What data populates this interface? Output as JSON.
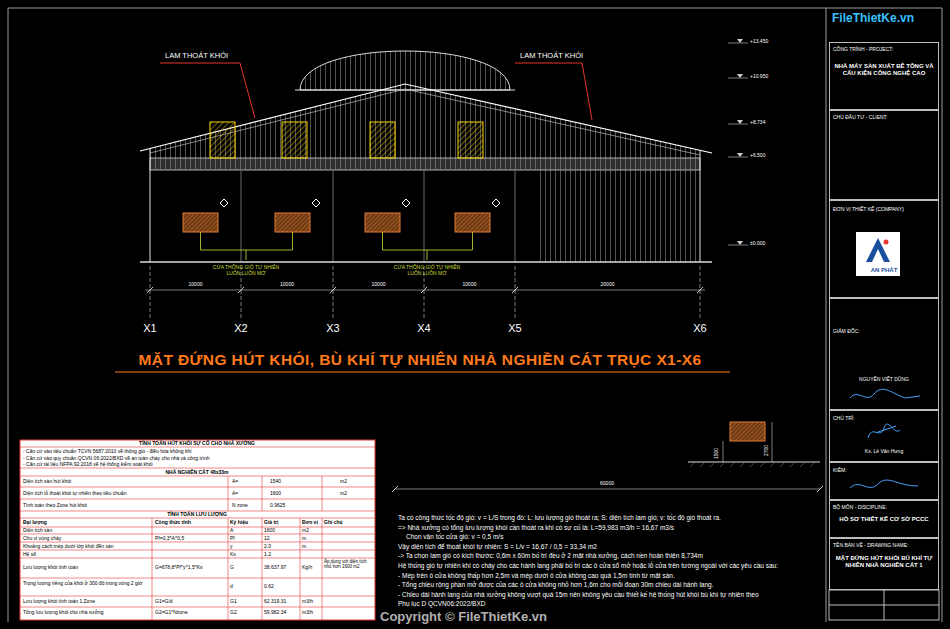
{
  "diagram": {
    "title": "MẶT  ĐỨNG HÚT KHÓI, BÙ KHÍ TỰ NHIÊN NHÀ NGHIỀN CÁT TRỤC X1-X6",
    "nodes": [
      {
        "text": [
          "CÔNG TRÌNH - PROJECT:",
          "NHÀ MÁY SẢN XUẤT BÊ TÔNG VÀ CẤU KIỆN CÔNG NGHỆ CAO"
        ]
      },
      {
        "text": [
          "CHỦ ĐẦU TƯ - CLIENT:"
        ]
      },
      {
        "text": [
          "ĐƠN VỊ THIẾT KẾ (COMPANY)",
          "AN PHÁT"
        ]
      },
      {
        "text": [
          "GIÁM ĐỐC:",
          "NGUYỄN VIẾT DŨNG"
        ]
      },
      {
        "text": [
          "CHỦ TRÌ:",
          "Ks. Lê Văn Hưng"
        ]
      },
      {
        "text": [
          "KIỂM:"
        ]
      },
      {
        "text": [
          "BỘ MÔN - DISCIPLINE:",
          "HỒ SƠ THIẾT KẾ CƠ SỞ PCCC"
        ]
      },
      {
        "text": [
          "TÊN BẢN VẼ - DRAWING NAME:",
          "MẶT ĐỨNG HÚT KHÓI BÙ KHÍ TỰ NHIÊN NHÀ NGHIỀN CÁT 1"
        ]
      }
    ],
    "labels": [
      "FileThietKe.vn",
      "LAM THOÁT KHÓI",
      "LAM THOÁT KHÓI",
      "CỬA THÔNG GIÓ TỰ NHIÊN LUÔN LUÔN MỞ",
      "CỬA THÔNG GIÓ TỰ NHIÊN LUÔN LUÔN MỞ",
      "X1",
      "X2",
      "X3",
      "X4",
      "X5",
      "X6",
      "10000",
      "10000",
      "10000",
      "10000",
      "20000",
      "+13.450",
      "+10.950",
      "+8.734",
      "+6.500",
      "±0.000",
      "TÍNH TOÁN HÚT KHÓI SỰ CỐ CHO NHÀ XƯỞNG",
      "- Căn cứ vào tiêu chuẩn TCVN 5687:2010 về thông gió - điều hòa không khí",
      "- Căn cứ vào quy chuẩn QCVN 06:2022/BXD về an toàn cháy cho nhà và công trình",
      "- Căn cứ tài liệu NFPA 92:2018 về hệ thống kiểm soát khói",
      "NHÀ NGHIỀN CÁT 48x33m",
      "Diện tích sàn hút khói",
      "A=",
      "1540",
      "m2",
      "Diện tích lỗ thoát khói tự nhiên theo tiêu chuẩn",
      "A=",
      "1600",
      "m2",
      "Tính toán theo Zone hút khói",
      "N zone",
      "0.9625",
      "TÍNH TOÁN LƯU LƯỢNG",
      "Đại lượng",
      "Công thức tính",
      "Ký hiệu",
      "Giá trị",
      "Đơn vị",
      "Ghi chú",
      "Diện tích sàn",
      "A",
      "1600",
      "m2",
      "Chu vi vùng cháy",
      "Pf=0,3*A^0,5",
      "Pf",
      "12",
      "m",
      "Khoảng cách mép dưới lớp khói đến sàn",
      "y",
      "2.0",
      "m",
      "Hệ số",
      "Ks",
      "1.2",
      "Lưu lượng khói tính toán",
      "G=678,8*Pf*y^1,5*Ks",
      "G",
      "38,637.97",
      "Kg/h",
      "Áp dụng với diện tích nhỏ hơn 1600 m2",
      "Trọng lượng riêng của khói ở 300 độ trong vòng 2 giờ",
      "d",
      "0.62",
      "Lưu lượng khói tính toán 1 Zone",
      "G1=G/d",
      "G1",
      "62,319.31",
      "m3/h",
      "Tổng lưu lượng khói cho nhà xưởng",
      "G2=G1*Nzone",
      "G2",
      "59,982.34",
      "m3/h",
      "Ta có công thức tốc độ gió: v = L/S trong đó: L: lưu lượng gió thoát ra; S: diện tích lam gió; v: tốc độ gió thoát ra.",
      "=> Nhà xưởng có tổng lưu lượng khói cần thoát ra khi có sự cố là: L=59,983 m3/h = 16,67 m3/s",
      "Chọn vận tốc cửa gió: v = 0,5 m/s",
      "Vậy diện tích để thoát khói tự nhiên: S = L/v = 16,67 / 0,5 = 33,34 m2",
      "-> Ta chọn lam gió có kích thước: 0,6m x 60m bố trí đều ở 2 mặt nhà xưởng, cách nền hoàn thiện 8,734m",
      "Hệ thống gió tự nhiên khi có cháy cho các hành lang phải bố trí các ô cửa sổ mở hoặc lỗ cửa trên tường ngoài với các yêu cầu sau:",
      "- Mép trên ô cửa không thấp hơn 2,5m và mép dưới ô cửa không cao quá 1,5m tính từ mặt sàn.",
      "- Tổng chiều rộng phần mở được của các ô cửa không nhỏ hơn 1,6m cho mỗi đoạn 30m chiều dài hành lang.",
      "- Chiều dài hành lang của nhà xưởng không vượt quá 15m nên không yêu cầu thiết kế hệ thống hút khói bù khí tự nhiên theo",
      "Phụ lục D QCVN06:2022/BXD",
      "1500",
      "2700",
      "60000",
      "Copyright © FileThietKe.vn"
    ]
  }
}
